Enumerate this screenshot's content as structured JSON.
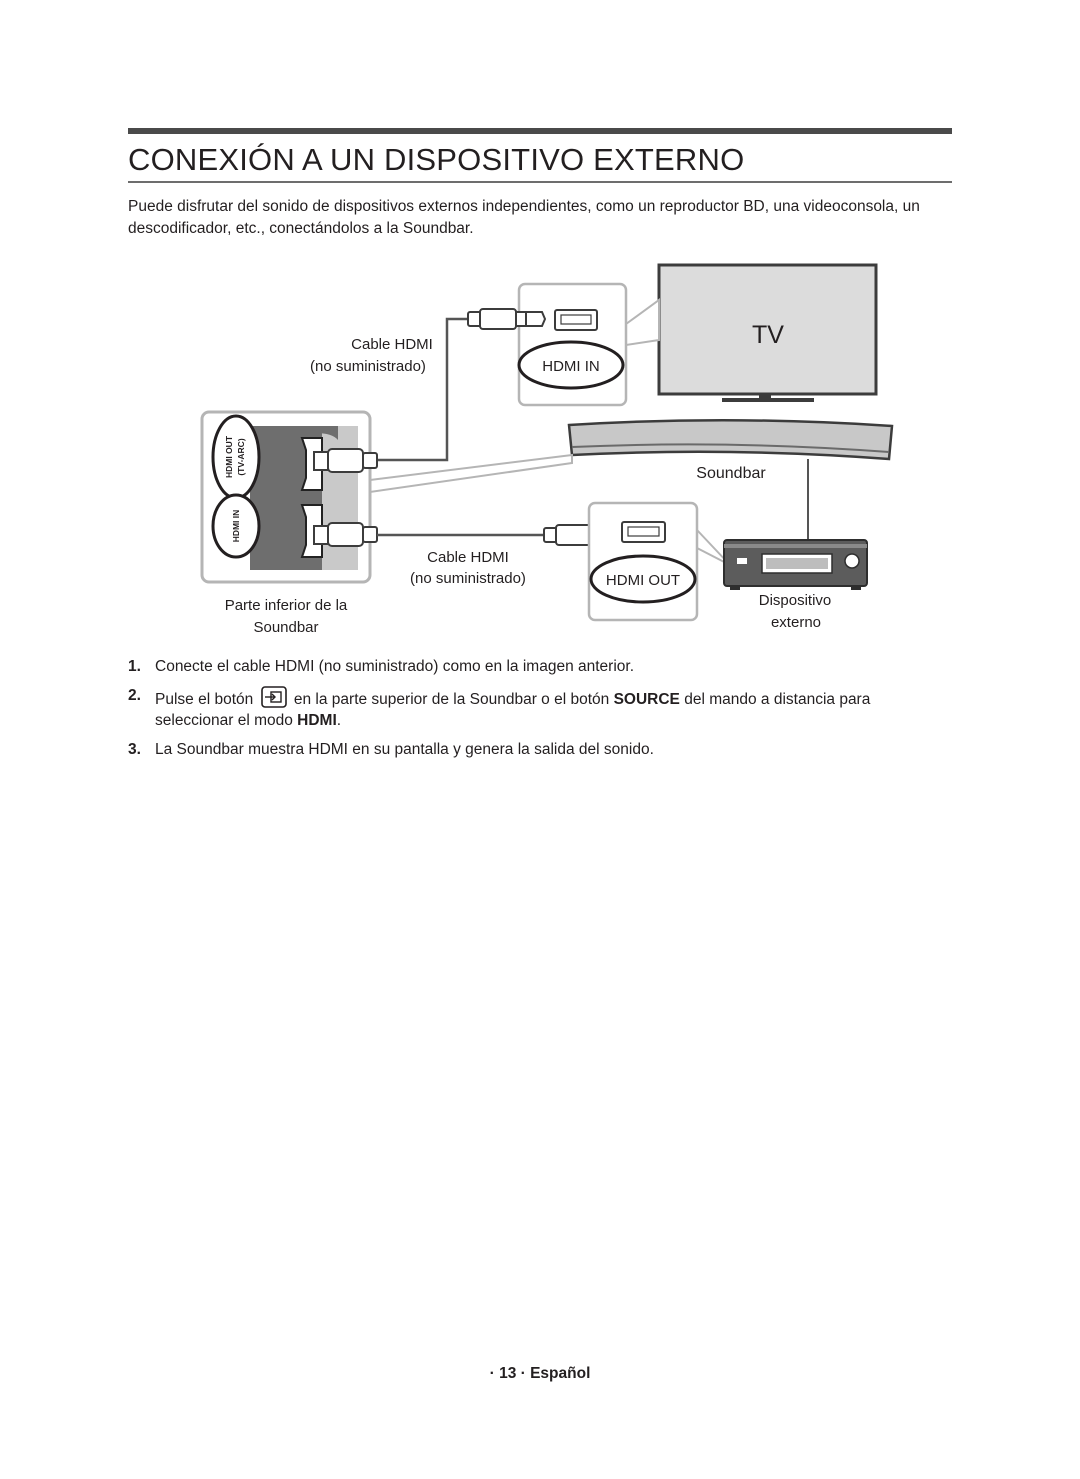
{
  "header": {
    "title": "CONEXIÓN A UN DISPOSITIVO EXTERNO",
    "intro": "Puede disfrutar del sonido de dispositivos externos independientes, como un reproductor BD, una videoconsola, un descodificador, etc., conectándolos a la Soundbar."
  },
  "diagram": {
    "tv_label": "TV",
    "cable_top_line1": "Cable HDMI",
    "cable_top_line2": "(no suministrado)",
    "hdmi_in_badge": "HDMI IN",
    "port_hdmi_out_line1": "HDMI OUT",
    "port_hdmi_out_line2": "(TV-ARC)",
    "port_hdmi_in": "HDMI IN",
    "soundbar_label": "Soundbar",
    "cable_bottom_line1": "Cable HDMI",
    "cable_bottom_line2": "(no suministrado)",
    "hdmi_out_badge": "HDMI OUT",
    "bottom_label_line1": "Parte inferior de la",
    "bottom_label_line2": "Soundbar",
    "device_label_line1": "Dispositivo",
    "device_label_line2": "externo"
  },
  "steps": [
    {
      "num": "1.",
      "text": "Conecte el cable HDMI (no suministrado) como en la imagen anterior."
    },
    {
      "num": "2.",
      "before_icon": "Pulse el botón",
      "after_icon": "en la parte superior de la Soundbar o el botón",
      "button_name": "SOURCE",
      "middle": "del mando a distancia para seleccionar el modo",
      "mode_name": "HDMI",
      "end": "."
    },
    {
      "num": "3.",
      "text": "La Soundbar muestra HDMI en su pantalla y genera la salida del sonido."
    }
  ],
  "icons": {
    "source_button": "source-input-icon"
  },
  "footer": {
    "page": "· 13 · Español"
  }
}
